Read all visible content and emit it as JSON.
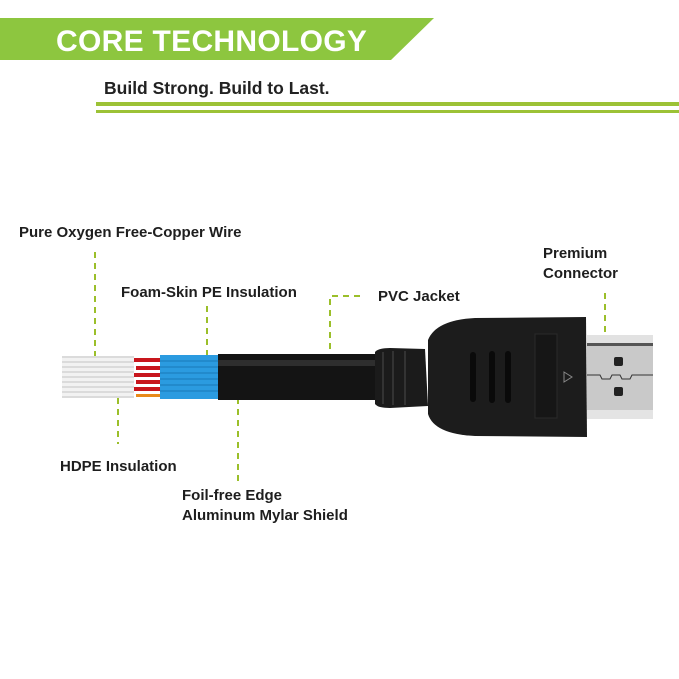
{
  "header": {
    "title": "CORE TECHNOLOGY",
    "subtitle": "Build Strong. Build to Last.",
    "accent_color": "#8dc63f"
  },
  "labels": {
    "copper_wire": "Pure Oxygen Free-Copper Wire",
    "foam_skin": "Foam-Skin PE Insulation",
    "pvc_jacket": "PVC Jacket",
    "connector_line1": "Premium",
    "connector_line2": "Connector",
    "hdpe": "HDPE Insulation",
    "shield_line1": "Foil-free Edge",
    "shield_line2": "Aluminum Mylar Shield"
  },
  "colors": {
    "leader_line": "#9bbf2a",
    "wire_white": "#eeeeee",
    "wire_red": "#c8161d",
    "foam_blue": "#2b9be0",
    "jacket_black": "#141414",
    "connector_silver": "#c9c9c9"
  }
}
